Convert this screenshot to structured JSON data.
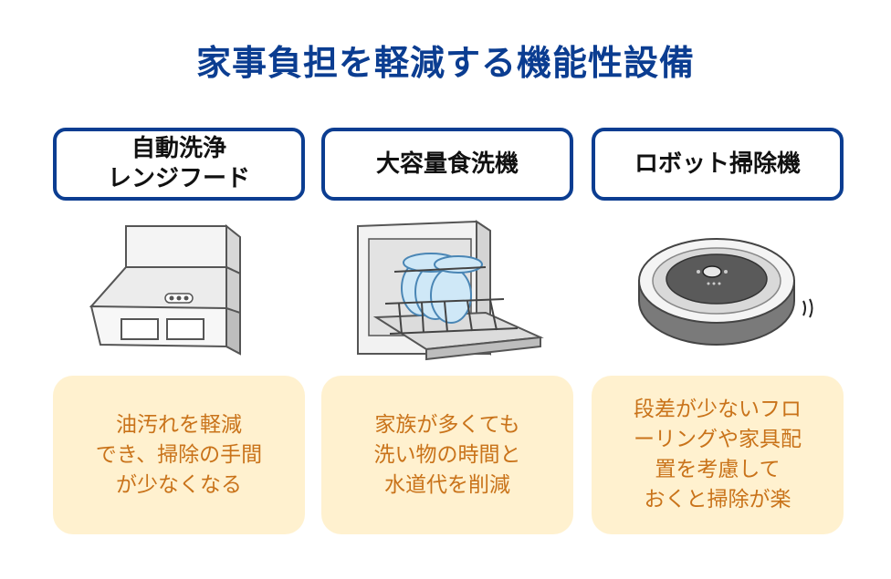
{
  "title": "家事負担を軽減する機能性設備",
  "features": [
    {
      "label": "自動洗浄\nレンジフード",
      "icon": "range-hood-icon",
      "description": "油汚れを軽減\nでき、掃除の手間\nが少なくなる"
    },
    {
      "label": "大容量食洗機",
      "icon": "dishwasher-icon",
      "description": "家族が多くても\n洗い物の時間と\n水道代を削減"
    },
    {
      "label": "ロボット掃除機",
      "icon": "robot-vacuum-icon",
      "description": "段差が少ないフロ\nーリングや家具配\n置を考慮して\nおくと掃除が楽"
    }
  ],
  "colors": {
    "accent": "#0b3d91",
    "description_bg": "#fff1cf",
    "description_text": "#c9731a"
  }
}
